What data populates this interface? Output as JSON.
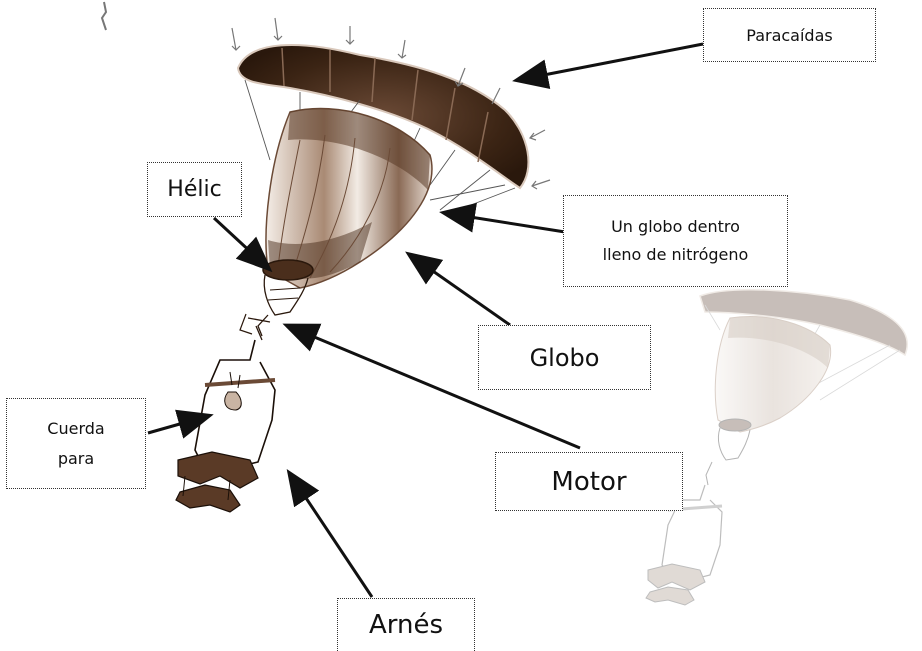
{
  "colors": {
    "sepia_dark": "#3b2414",
    "sepia_mid": "#8a6a55",
    "sepia_light": "#c9b4a3",
    "arrow": "#111111",
    "border": "#333333"
  },
  "labels": {
    "paracaidas": "Paracaídas",
    "globo_dentro_line1": "Un globo dentro",
    "globo_dentro_line2": "lleno de nitrógeno",
    "helic": "Hélic",
    "globo": "Globo",
    "cuerda_line1": "Cuerda",
    "cuerda_line2": "para",
    "motor": "Motor",
    "arnes": "Arnés"
  }
}
